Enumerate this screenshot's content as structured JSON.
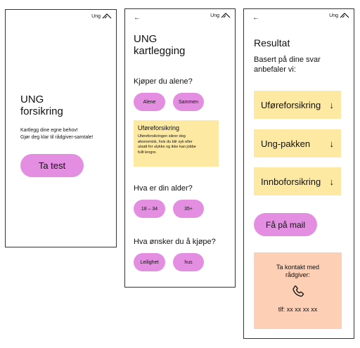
{
  "brand": {
    "label": "Ung"
  },
  "nav": {
    "back": "←"
  },
  "screen1": {
    "title_line1": "UNG",
    "title_line2": "forsikring",
    "desc_line1": "Kartlegg dine egne behov!",
    "desc_line2": "Gjør deg klar til rådgiver-samtale!",
    "cta": "Ta test"
  },
  "screen2": {
    "title_line1": "UNG",
    "title_line2": "kartlegging",
    "q1": "Kjøper du alene?",
    "q1_options": [
      "Alene",
      "Sammen"
    ],
    "info_title": "Uføreforsikring",
    "info_body": [
      "Uføreforsikringen sikrer deg",
      "økonomisk, hvis du blir syk eller",
      "utsatt for ulykke og ikke kan jobbe",
      "fullt lengre."
    ],
    "q2": "Hva er din alder?",
    "q2_options": [
      "18 – 34",
      "35+"
    ],
    "q3": "Hva ønsker du å kjøpe?",
    "q3_options": [
      "Leilighet",
      "hus"
    ]
  },
  "screen3": {
    "title": "Resultat",
    "sub_line1": "Basert på dine svar",
    "sub_line2": "anbefaler vi:",
    "results": [
      {
        "label": "Uføreforsikring",
        "arrow": "↓"
      },
      {
        "label": "Ung-pakken",
        "arrow": "↓"
      },
      {
        "label": "Innboforsikring",
        "arrow": "↓"
      }
    ],
    "mail_button": "Få på mail",
    "contact_line1": "Ta kontakt med",
    "contact_line2": "rådgiver:",
    "phone": "tlf: xx xx xx xx"
  },
  "colors": {
    "pink": "#e38ee0",
    "yellow": "#fde9a2",
    "peach": "#fdcfb5"
  },
  "icons": [
    "logo-icon",
    "back-arrow-icon",
    "phone-icon",
    "chevron-down-icon"
  ]
}
